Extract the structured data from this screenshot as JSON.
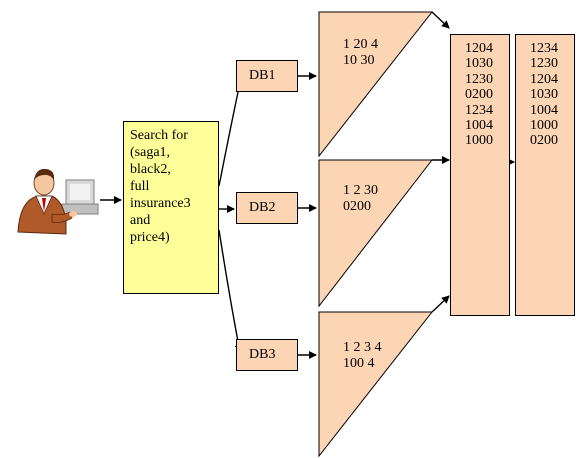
{
  "query": {
    "lines": [
      "Search for",
      "(saga1,",
      "black2,",
      "full",
      "insurance3",
      "and",
      "price4)"
    ]
  },
  "databases": [
    {
      "label": "DB1",
      "results": [
        "1 20 4",
        "10 30"
      ]
    },
    {
      "label": "DB2",
      "results": [
        "1 2 30",
        "0200"
      ]
    },
    {
      "label": "DB3",
      "results": [
        "1 2 3 4",
        "100 4"
      ]
    }
  ],
  "merged_list": [
    "1204",
    "1030",
    "1230",
    "0200",
    "1234",
    "1004",
    "1000"
  ],
  "ranked_list": [
    "1234",
    "1230",
    "1204",
    "1030",
    "1004",
    "1000",
    "0200"
  ],
  "colors": {
    "query_fill": "#ffff99",
    "node_fill": "#fcd5b4",
    "stroke": "#000000"
  },
  "icons": {
    "user": "user-at-computer-icon"
  }
}
